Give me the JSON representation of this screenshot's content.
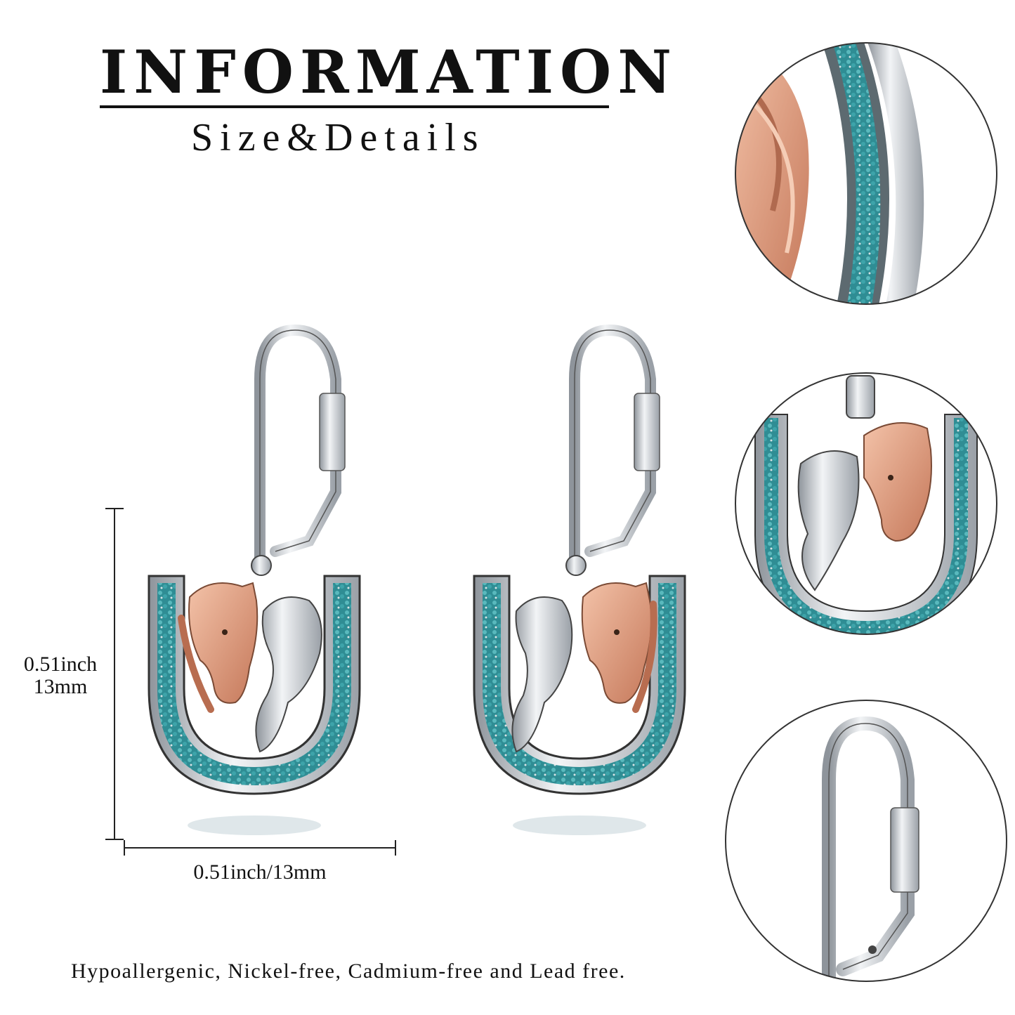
{
  "header": {
    "title": "INFORMATION",
    "subtitle": "Size&Details"
  },
  "dimensions": {
    "height_inch": "0.51inch",
    "height_mm": "13mm",
    "width_label": "0.51inch/13mm"
  },
  "footer": {
    "note": "Hypoallergenic, Nickel-free, Cadmium-free and Lead free."
  },
  "colors": {
    "turquoise": "#3fa3a8",
    "silver": "#c9cdd2",
    "rose_gold": "#d9977a",
    "outline": "#333333"
  }
}
